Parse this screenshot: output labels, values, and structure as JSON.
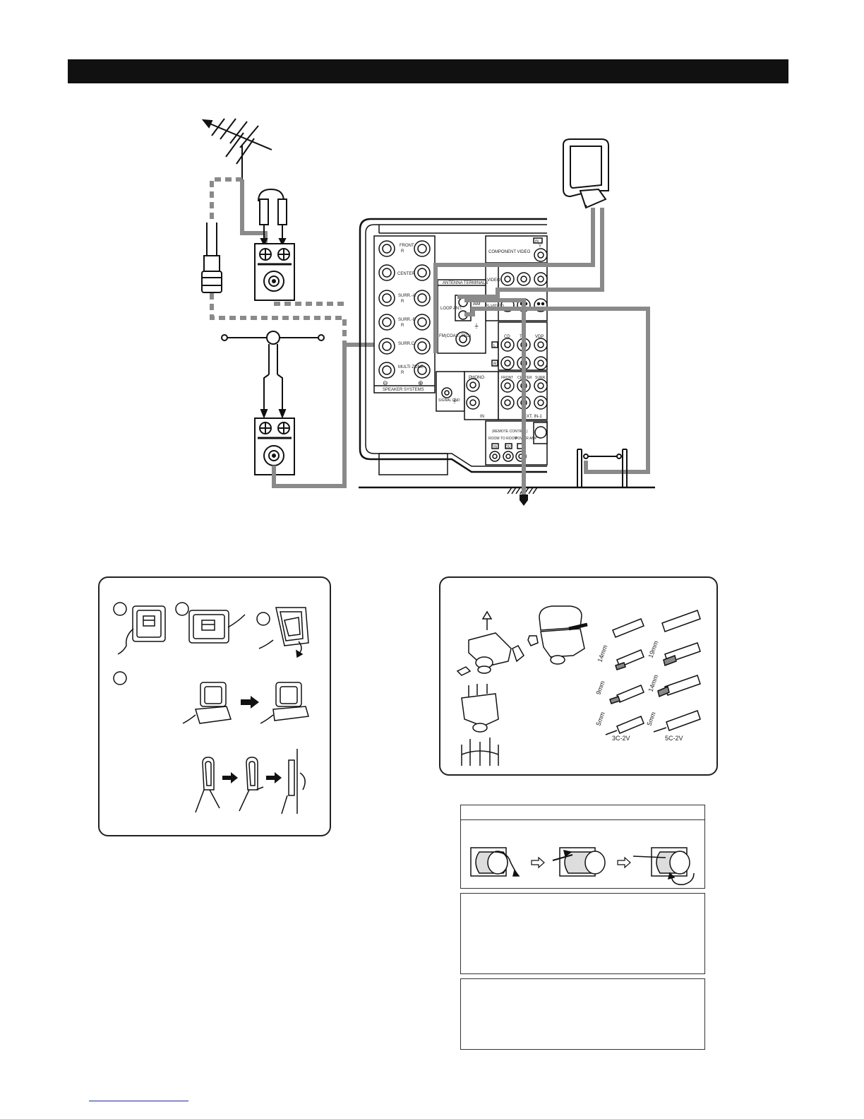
{
  "page": {
    "header_title": ""
  },
  "receiver_panel": {
    "speaker_labels": [
      "FRONT",
      "CENTER",
      "SURR.-A",
      "SURR.-B",
      "SURR.C",
      "MULTI ZONE"
    ],
    "speaker_channel_badge": "R",
    "speaker_systems": "SPEAKER SYSTEMS",
    "polarity_minus": "⊖",
    "polarity_plus": "⊕",
    "component_video": "COMPONENT VIDEO",
    "component_badge": "IN",
    "component_y": "Y",
    "video": "VIDEO",
    "s_video": "S-VIDEO",
    "antenna_terminals": "ANTENNA TERMINALS",
    "loop_ant": "LOOP ANT.",
    "am": "AM",
    "fm_coaxial": "FM(COAX- TED)",
    "ground_symbol": "⏚",
    "cd": "CD",
    "tv": "TV",
    "vdp": "VDP",
    "left_badge": "L",
    "right_badge": "R",
    "phono": "PHONO",
    "signal_gnd": "SIGNAL GND",
    "in": "IN",
    "front": "FRONT",
    "center": "CENTER",
    "surr": "SURR.",
    "ext_in": "EXT. IN-1",
    "remote_control": "(REMOTE CONTROL)",
    "room_to_room": "ROOM TO ROOM",
    "power_amp": "POWER AMP",
    "rc_in": "IN",
    "rc_out": "OUT"
  },
  "loop_panel": {
    "step_a": "",
    "step_b": "",
    "step_c": "",
    "step_d": ""
  },
  "coax_panel": {
    "cable_3c": "3C-2V",
    "cable_5c": "5C-2V",
    "strip_3c": [
      "14mm",
      "9mm",
      "5mm"
    ],
    "strip_5c": [
      "19mm",
      "14mm",
      "5mm"
    ]
  },
  "connection_box": {
    "title": ""
  },
  "colors": {
    "cable_gray": "#8a8a8a",
    "ink": "#111111",
    "footer_link": "#1a2a9a"
  }
}
